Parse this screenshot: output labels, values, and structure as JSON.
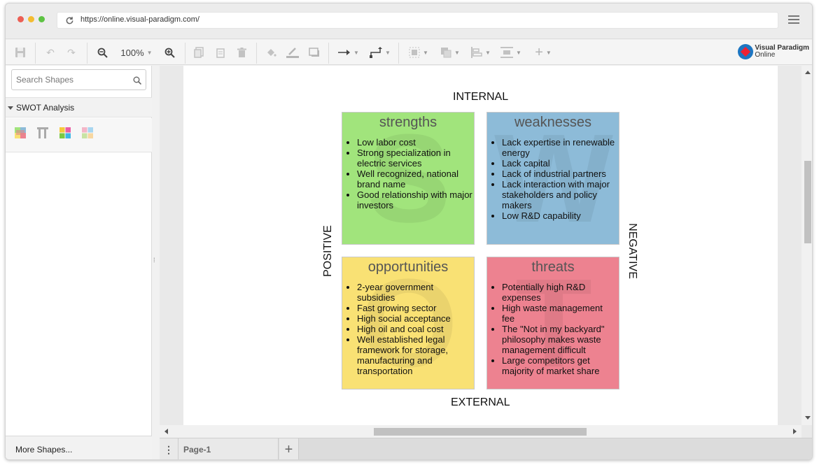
{
  "browser": {
    "url": "https://online.visual-paradigm.com/",
    "traffic_lights": [
      "#ec5f54",
      "#f4bc31",
      "#5dc343"
    ]
  },
  "toolbar": {
    "zoom": "100%",
    "brand_line1": "Visual Paradigm",
    "brand_line2": "Online"
  },
  "sidebar": {
    "search_placeholder": "Search Shapes",
    "section_label": "SWOT Analysis",
    "more_shapes": "More Shapes..."
  },
  "pages": {
    "active_tab": "Page-1"
  },
  "swot": {
    "internal": "INTERNAL",
    "external": "EXTERNAL",
    "positive": "POSITIVE",
    "negative": "NEGATIVE",
    "strengths": {
      "title": "strengths",
      "letter": "S",
      "color": "#a1e47c",
      "items": [
        "Low labor cost",
        "Strong specialization in electric services",
        "Well recognized, national brand name",
        "Good relationship with major investors"
      ]
    },
    "weaknesses": {
      "title": "weaknesses",
      "letter": "W",
      "color": "#8dbbd8",
      "items": [
        "Lack expertise in renewable energy",
        "Lack capital",
        "Lack of industrial partners",
        "Lack interaction with major stakeholders and policy makers",
        "Low R&D capability"
      ]
    },
    "opportunities": {
      "title": "opportunities",
      "letter": "O",
      "color": "#f9e174",
      "items": [
        "2-year government subsidies",
        "Fast growing sector",
        "High social acceptance",
        "High oil and coal cost",
        "Well established legal framework for storage, manufacturing and transportation"
      ]
    },
    "threats": {
      "title": "threats",
      "letter": "T",
      "color": "#ed8290",
      "items": [
        "Potentially high R&D expenses",
        "High waste management fee",
        "The \"Not in my backyard\" philosophy makes waste management difficult",
        "Large competitors get majority of market share"
      ]
    }
  }
}
